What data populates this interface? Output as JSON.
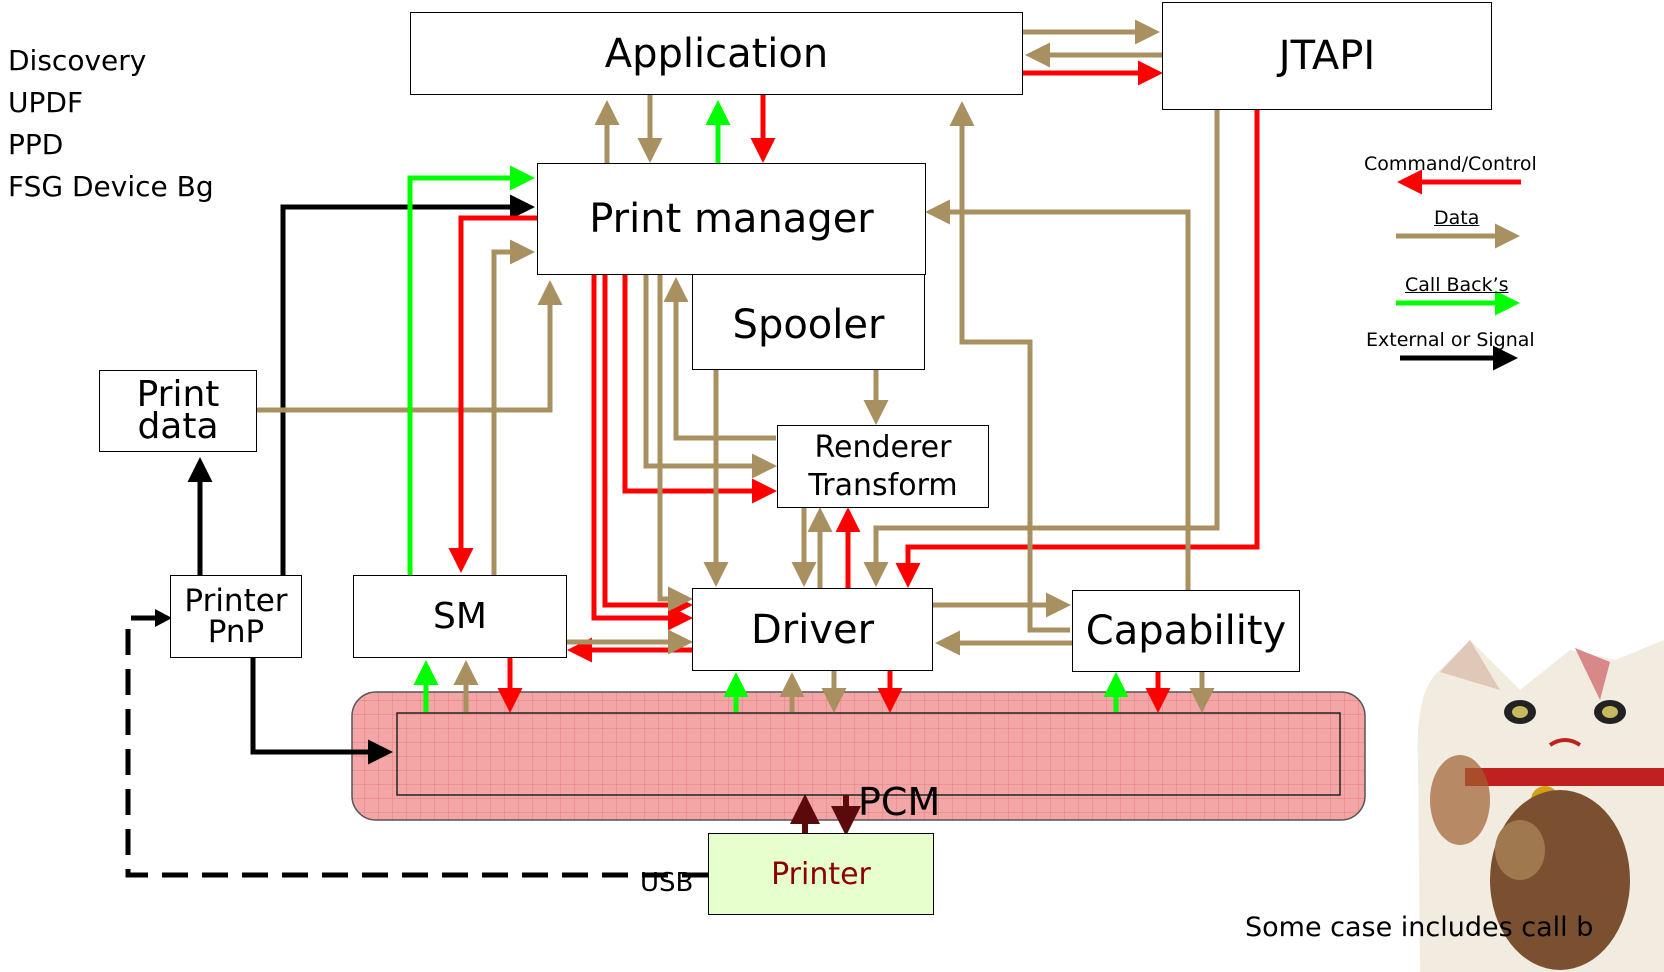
{
  "side_list": [
    "Discovery",
    "UPDF",
    "PPD",
    "FSG Device Bg"
  ],
  "boxes": {
    "application": "Application",
    "jtapi": "JTAPI",
    "print_manager": "Print manager",
    "spooler": "Spooler",
    "print_data_line1": "Print",
    "print_data_line2": "data",
    "renderer_line1": "Renderer",
    "renderer_line2": "Transform",
    "printer_pnp_line1": "Printer",
    "printer_pnp_line2": "PnP",
    "sm": "SM",
    "driver": "Driver",
    "capability": "Capability",
    "pcm": "PCM",
    "printer": "Printer"
  },
  "usb_label": "USB",
  "legend": [
    {
      "label": "Command/Control",
      "color": "#ff0000"
    },
    {
      "label": "Data",
      "color": "#a89060"
    },
    {
      "label": "Call Back’s",
      "color": "#00ff00"
    },
    {
      "label": "External or Signal",
      "color": "#000000"
    }
  ],
  "note": "Some case includes call b",
  "colors": {
    "command": "#ff0000",
    "data": "#a89060",
    "callback": "#00ff00",
    "external": "#000000",
    "pcm_fill": "#f4a6a6",
    "printer_fill": "#e6ffcc",
    "printer_text": "#8b0000"
  }
}
